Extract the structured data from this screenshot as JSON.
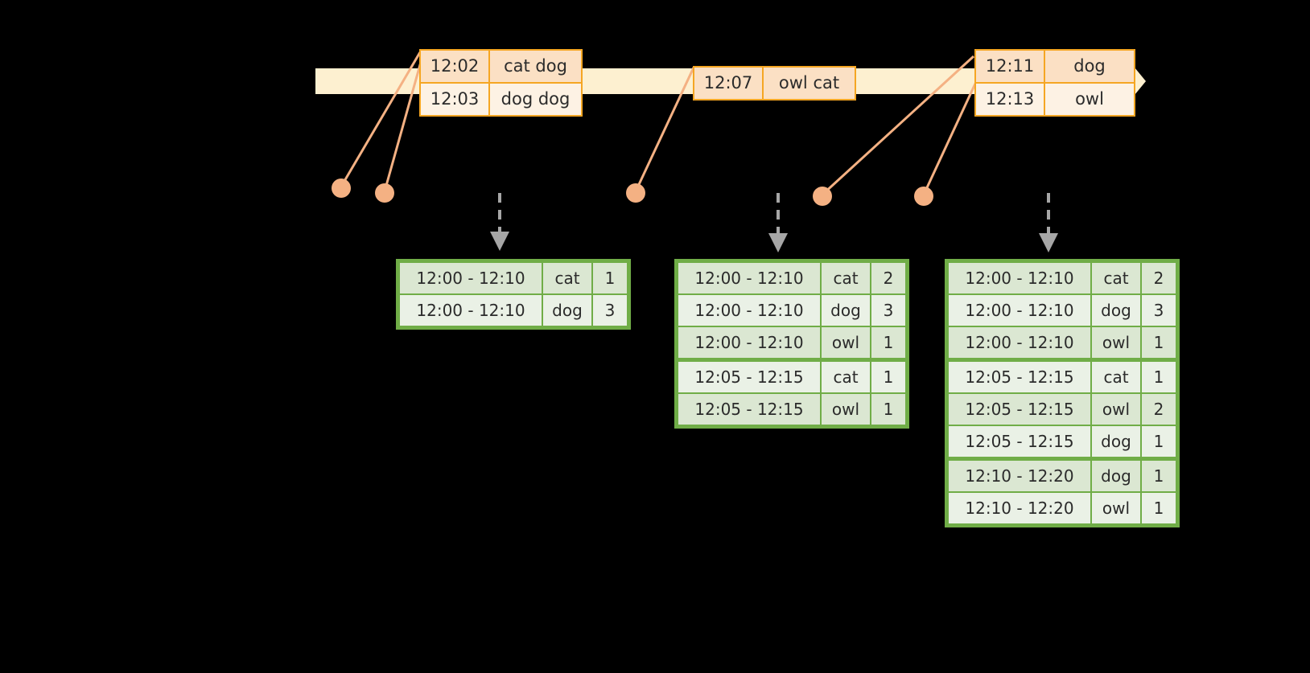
{
  "diagram": {
    "title": "windowed-word-count-timeline",
    "colors": {
      "timeline_fill": "#fdf0d0",
      "event_border": "#f5a623",
      "event_fill_dark": "#fbe0c4",
      "event_fill_light": "#fdf2e4",
      "dot": "#f4b183",
      "connector": "#f4b183",
      "table_border": "#70ad47",
      "table_fill_dark": "#dbe7d2",
      "table_fill_light": "#eaf1e6",
      "arrow_grey": "#a6a6a6",
      "background": "#000000"
    }
  },
  "timeline": {
    "event_groups": [
      {
        "name": "group-1",
        "events": [
          {
            "time": "12:02",
            "words": "cat dog"
          },
          {
            "time": "12:03",
            "words": "dog dog"
          }
        ]
      },
      {
        "name": "group-2",
        "events": [
          {
            "time": "12:07",
            "words": "owl cat"
          }
        ]
      },
      {
        "name": "group-3",
        "events": [
          {
            "time": "12:11",
            "words": "dog"
          },
          {
            "time": "12:13",
            "words": "owl"
          }
        ]
      }
    ]
  },
  "dots": [
    {
      "name": "event-dot-1"
    },
    {
      "name": "event-dot-2"
    },
    {
      "name": "event-dot-3"
    },
    {
      "name": "event-dot-4"
    },
    {
      "name": "event-dot-5"
    }
  ],
  "result_tables": [
    {
      "name": "result-table-1",
      "rows": [
        {
          "window": "12:00 - 12:10",
          "word": "cat",
          "count": "1"
        },
        {
          "window": "12:00 - 12:10",
          "word": "dog",
          "count": "3"
        }
      ]
    },
    {
      "name": "result-table-2",
      "rows": [
        {
          "window": "12:00 - 12:10",
          "word": "cat",
          "count": "2"
        },
        {
          "window": "12:00 - 12:10",
          "word": "dog",
          "count": "3"
        },
        {
          "window": "12:00 - 12:10",
          "word": "owl",
          "count": "1"
        },
        {
          "window": "12:05 - 12:15",
          "word": "cat",
          "count": "1"
        },
        {
          "window": "12:05 - 12:15",
          "word": "owl",
          "count": "1"
        }
      ]
    },
    {
      "name": "result-table-3",
      "rows": [
        {
          "window": "12:00 - 12:10",
          "word": "cat",
          "count": "2"
        },
        {
          "window": "12:00 - 12:10",
          "word": "dog",
          "count": "3"
        },
        {
          "window": "12:00 - 12:10",
          "word": "owl",
          "count": "1"
        },
        {
          "window": "12:05 - 12:15",
          "word": "cat",
          "count": "1"
        },
        {
          "window": "12:05 - 12:15",
          "word": "owl",
          "count": "2"
        },
        {
          "window": "12:05 - 12:15",
          "word": "dog",
          "count": "1"
        },
        {
          "window": "12:10 - 12:20",
          "word": "dog",
          "count": "1"
        },
        {
          "window": "12:10 - 12:20",
          "word": "owl",
          "count": "1"
        }
      ]
    }
  ]
}
